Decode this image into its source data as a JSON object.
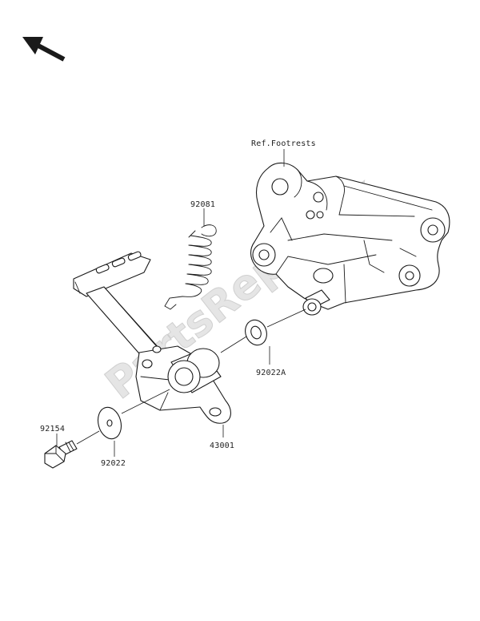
{
  "watermark": "PartsRepublik",
  "labels": {
    "ref_footrests": "Ref.Footrests",
    "spring": "92081",
    "washer_a": "92022A",
    "pedal": "43001",
    "bolt": "92154",
    "washer": "92022"
  }
}
